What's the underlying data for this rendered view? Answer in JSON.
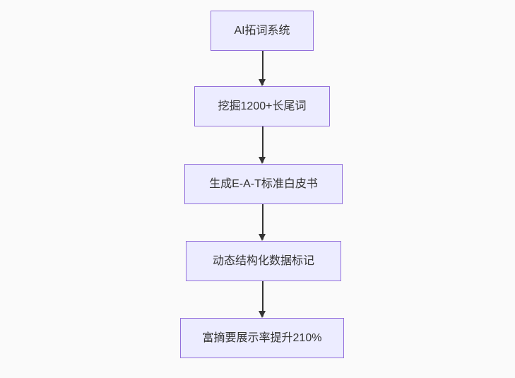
{
  "diagram": {
    "type": "flowchart",
    "direction": "top-down",
    "nodes": [
      {
        "id": "n1",
        "label": "AI拓词系统"
      },
      {
        "id": "n2",
        "label": "挖掘1200+长尾词"
      },
      {
        "id": "n3",
        "label": "生成E-A-T标准白皮书"
      },
      {
        "id": "n4",
        "label": "动态结构化数据标记"
      },
      {
        "id": "n5",
        "label": "富摘要展示率提升210%"
      }
    ],
    "edges": [
      {
        "from": "n1",
        "to": "n2"
      },
      {
        "from": "n2",
        "to": "n3"
      },
      {
        "from": "n3",
        "to": "n4"
      },
      {
        "from": "n4",
        "to": "n5"
      }
    ],
    "colors": {
      "background": "#fafafa",
      "node_fill": "#ECECFF",
      "node_border": "#9370DB",
      "edge": "#333333",
      "text": "#333333"
    }
  }
}
